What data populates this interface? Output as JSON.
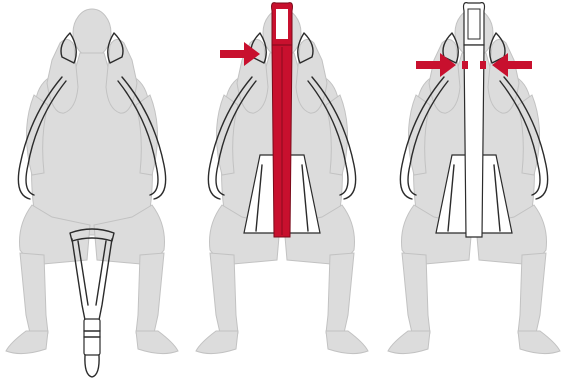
{
  "figure": {
    "panels": [
      {
        "id": 1,
        "strap_color": "white",
        "arrows": []
      },
      {
        "id": 2,
        "strap_color": "red",
        "arrows": [
          "left"
        ]
      },
      {
        "id": 3,
        "strap_color": "white",
        "arrows": [
          "left",
          "right"
        ],
        "highlight_color": "red"
      }
    ]
  },
  "colors": {
    "figure_fill": "#dcdcdc",
    "outline": "#2b2b2b",
    "accent_red": "#c8102e",
    "background": "#ffffff"
  }
}
